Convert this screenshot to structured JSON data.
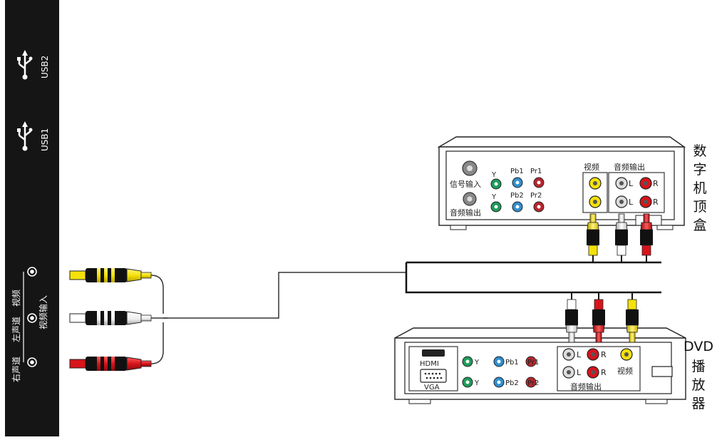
{
  "tv_panel": {
    "usb2_label": "USB2",
    "usb1_label": "USB1",
    "video_label": "视频",
    "left_label": "左声道",
    "right_label": "右声道",
    "video_input_label": "视频输入"
  },
  "stb": {
    "title": [
      "数",
      "字",
      "机",
      "顶",
      "盒"
    ],
    "signal_input": "信号输入",
    "audio_output_coax": "音频输出",
    "y1": "Y",
    "pb1": "Pb1",
    "pr1": "Pr1",
    "y2": "Y",
    "pb2": "Pb2",
    "pr2": "Pr2",
    "video": "视频",
    "audio_output": "音频输出",
    "l1": "L",
    "r1": "R",
    "l2": "L",
    "r2": "R"
  },
  "dvd": {
    "title": [
      "DVD",
      "播",
      "放",
      "器"
    ],
    "hdmi": "HDMI",
    "vga": "VGA",
    "y1": "Y",
    "pb1": "Pb1",
    "pr1": "Pr1",
    "y2": "Y",
    "pb2": "Pb2",
    "pr2": "Pr2",
    "l1": "L",
    "r1": "R",
    "l2": "L",
    "r2": "R",
    "video": "视频",
    "audio_output": "音频输出"
  },
  "colors": {
    "yellow": "#f5e10a",
    "white": "#ffffff",
    "red": "#d8141b",
    "green": "#1f9c5a",
    "blue": "#2f8fd0",
    "dark_red": "#b8262e",
    "panel": "#151515"
  }
}
